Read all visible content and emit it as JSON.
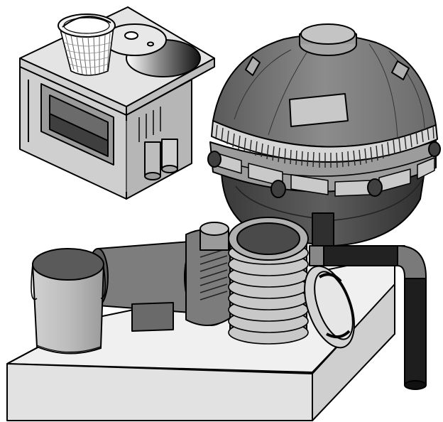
{
  "palette": {
    "background": "#ffffff",
    "outline": "#000000",
    "light_gray": "#d9d9d9",
    "mid_gray": "#a6a6a6",
    "dark_gray": "#6e6e6e",
    "darker_gray": "#4a4a4a",
    "near_black": "#222222"
  },
  "objects": [
    {
      "id": "skimmer",
      "icon": "pool-skimmer-icon"
    },
    {
      "id": "skimmer-basket",
      "icon": "skimmer-basket-icon"
    },
    {
      "id": "skimmer-lid",
      "icon": "skimmer-lid-icon"
    },
    {
      "id": "sand-filter",
      "icon": "pool-filter-tank-icon"
    },
    {
      "id": "pump-motor",
      "icon": "pool-pump-icon"
    },
    {
      "id": "flexible-hose",
      "icon": "corrugated-hose-icon"
    },
    {
      "id": "pump-strainer-lid",
      "icon": "strainer-lid-icon"
    },
    {
      "id": "return-pipe",
      "icon": "pvc-elbow-pipe-icon"
    },
    {
      "id": "chemical-bucket",
      "icon": "bucket-icon"
    },
    {
      "id": "equipment-pad",
      "icon": "concrete-pad-icon"
    }
  ]
}
